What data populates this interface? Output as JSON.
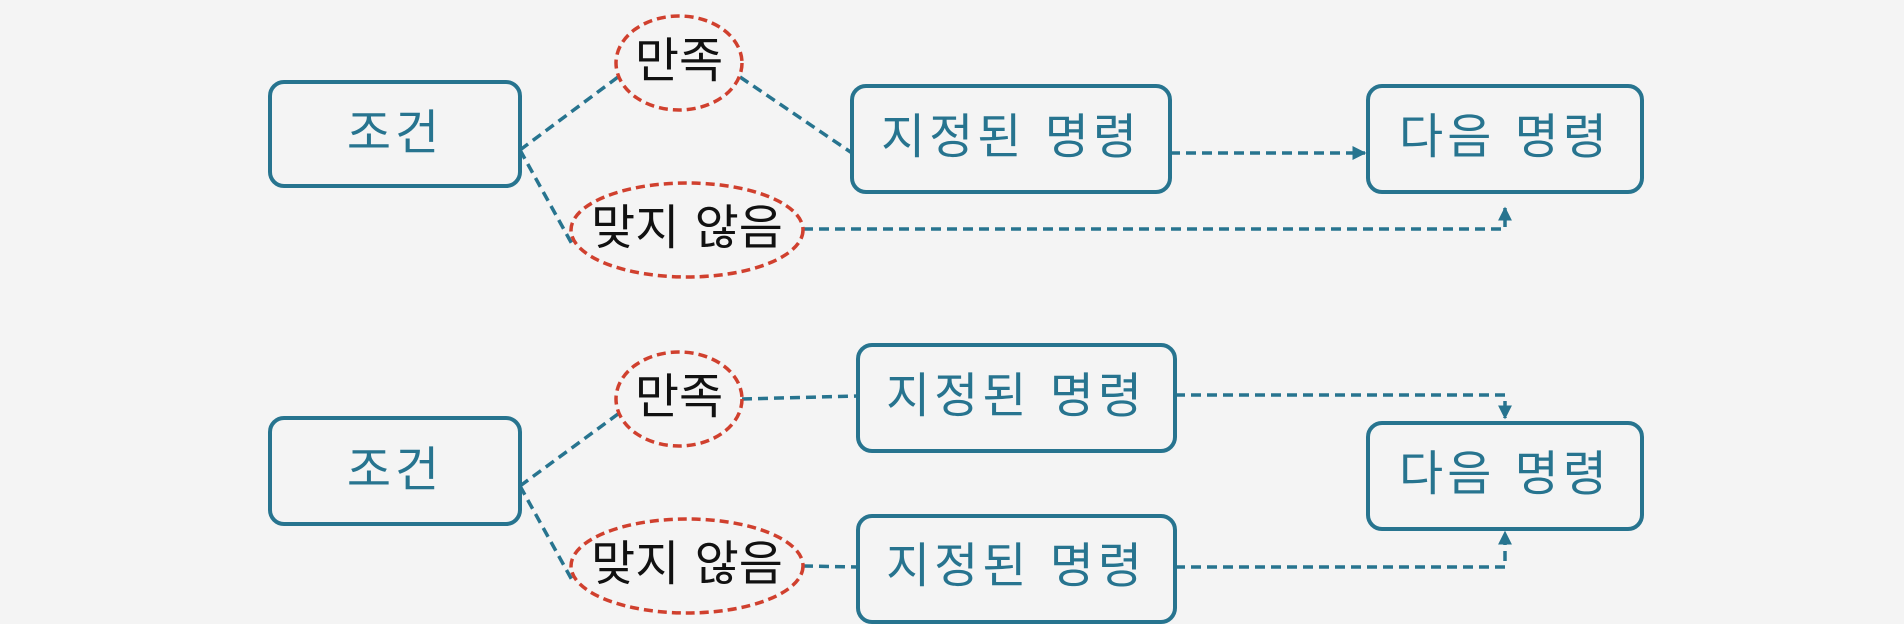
{
  "colors": {
    "background": "#f4f4f4",
    "box_stroke": "#27748f",
    "box_text": "#27748f",
    "ellipse_stroke": "#d0402e",
    "ellipse_text": "#111111",
    "connector": "#27748f"
  },
  "diagrams": [
    {
      "condition": "조건",
      "satisfied": "만족",
      "not_satisfied": "맞지 않음",
      "command": "지정된 명령",
      "next": "다음 명령"
    },
    {
      "condition": "조건",
      "satisfied": "만족",
      "not_satisfied": "맞지 않음",
      "command_if_satisfied": "지정된 명령",
      "command_if_not_satisfied": "지정된 명령",
      "next": "다음 명령"
    }
  ]
}
